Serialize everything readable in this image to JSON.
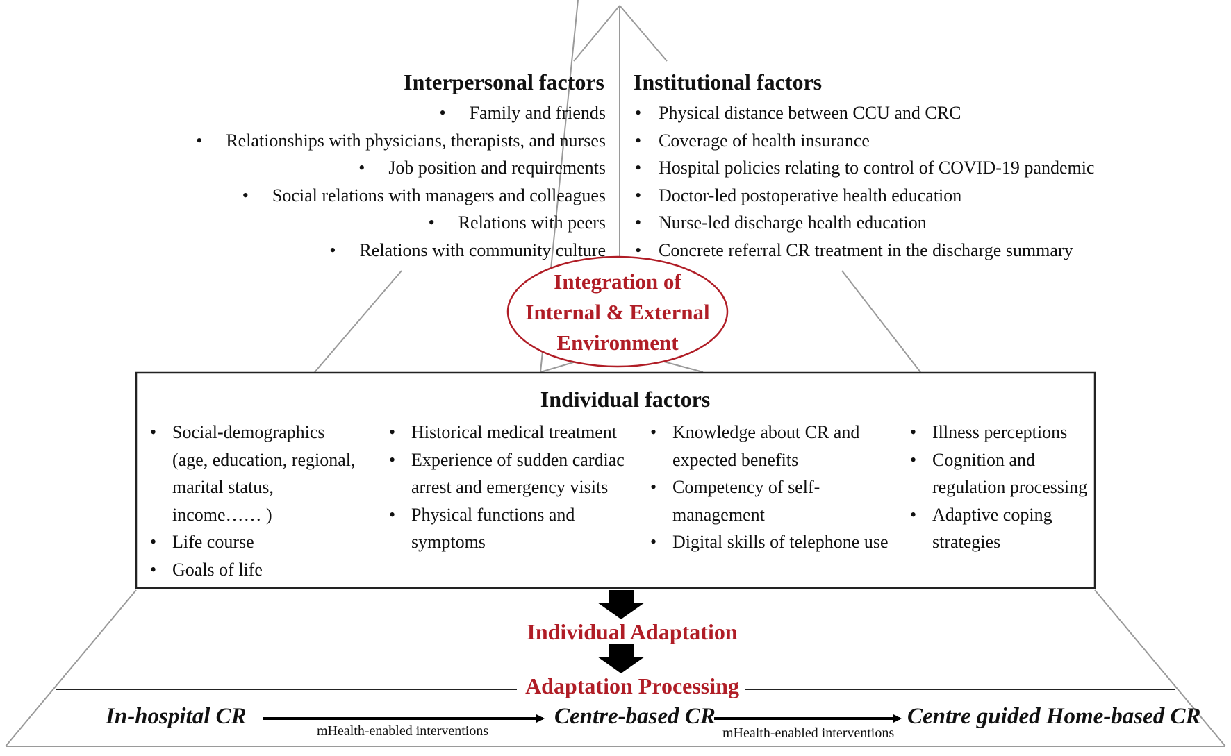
{
  "interpersonal": {
    "title": "Interpersonal factors",
    "items": [
      "Family and friends",
      "Relationships with physicians, therapists, and nurses",
      "Job position and requirements",
      "Social relations with managers and colleagues",
      "Relations with peers",
      "Relations with community culture"
    ]
  },
  "institutional": {
    "title": "Institutional factors",
    "items": [
      "Physical distance between CCU and CRC",
      "Coverage of health insurance",
      "Hospital policies relating to control of COVID-19 pandemic",
      "Doctor-led postoperative health education",
      "Nurse-led discharge health education",
      "Concrete referral CR treatment in the discharge summary"
    ]
  },
  "integration": {
    "lines": [
      "Integration of",
      "Internal & External",
      "Environment"
    ]
  },
  "individual": {
    "title": "Individual factors",
    "col1": [
      [
        "Social-demographics",
        "(age, education, regional,",
        "marital status,",
        "income…… )"
      ],
      [
        "Life course"
      ],
      [
        "Goals of life"
      ]
    ],
    "col2": [
      [
        "Historical medical treatment"
      ],
      [
        "Experience of sudden cardiac",
        "arrest and emergency visits"
      ],
      [
        "Physical functions and",
        "symptoms"
      ]
    ],
    "col3": [
      [
        "Knowledge about CR and",
        "expected benefits"
      ],
      [
        "Competency of self-",
        "management"
      ],
      [
        "Digital skills of telephone use"
      ]
    ],
    "col4": [
      [
        "Illness perceptions"
      ],
      [
        "Cognition and",
        "regulation processing"
      ],
      [
        "Adaptive coping",
        "strategies"
      ]
    ]
  },
  "adaptation": {
    "individual_label": "Individual Adaptation",
    "processing_label": "Adaptation Processing"
  },
  "pathway": {
    "stage1": "In-hospital CR",
    "stage2": "Centre-based CR",
    "stage3": "Centre guided Home-based CR",
    "arrow1_label": "mHealth-enabled interventions",
    "arrow2_label": "mHealth-enabled interventions"
  },
  "colors": {
    "accent_red": "#b01d26",
    "line_gray": "#9a9a9a",
    "text": "#111111"
  }
}
